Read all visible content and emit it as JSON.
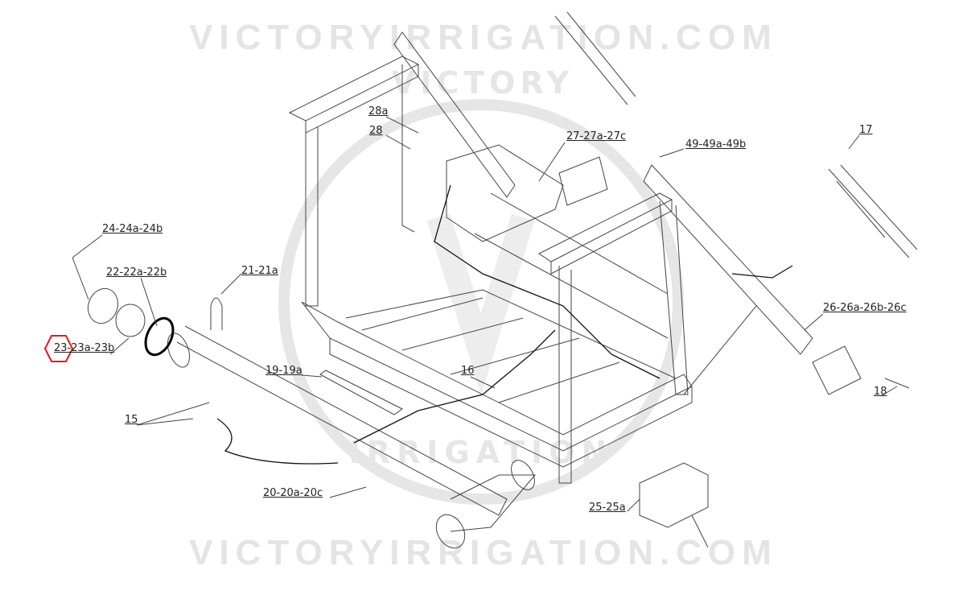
{
  "watermark": {
    "top": "VICTORYIRRIGATION.COM",
    "bottom": "VICTORYIRRIGATION.COM",
    "logo_top": "VICTORY",
    "logo_bottom": "IRRIGATION"
  },
  "highlight_color": "#e8181c",
  "parts": {
    "p24": "24-24a-24b",
    "p22": "22-22a-22b",
    "p23": "23-23a-23b",
    "p21": "21-21a",
    "p28a": "28a",
    "p28": "28",
    "p27": "27-27a-27c",
    "p49": "49-49a-49b",
    "p17": "17",
    "p26": "26-26a-26b-26c",
    "p18": "18",
    "p19": "19-19a",
    "p16": "16",
    "p15": "15",
    "p20": "20-20a-20c",
    "p25": "25-25a"
  }
}
